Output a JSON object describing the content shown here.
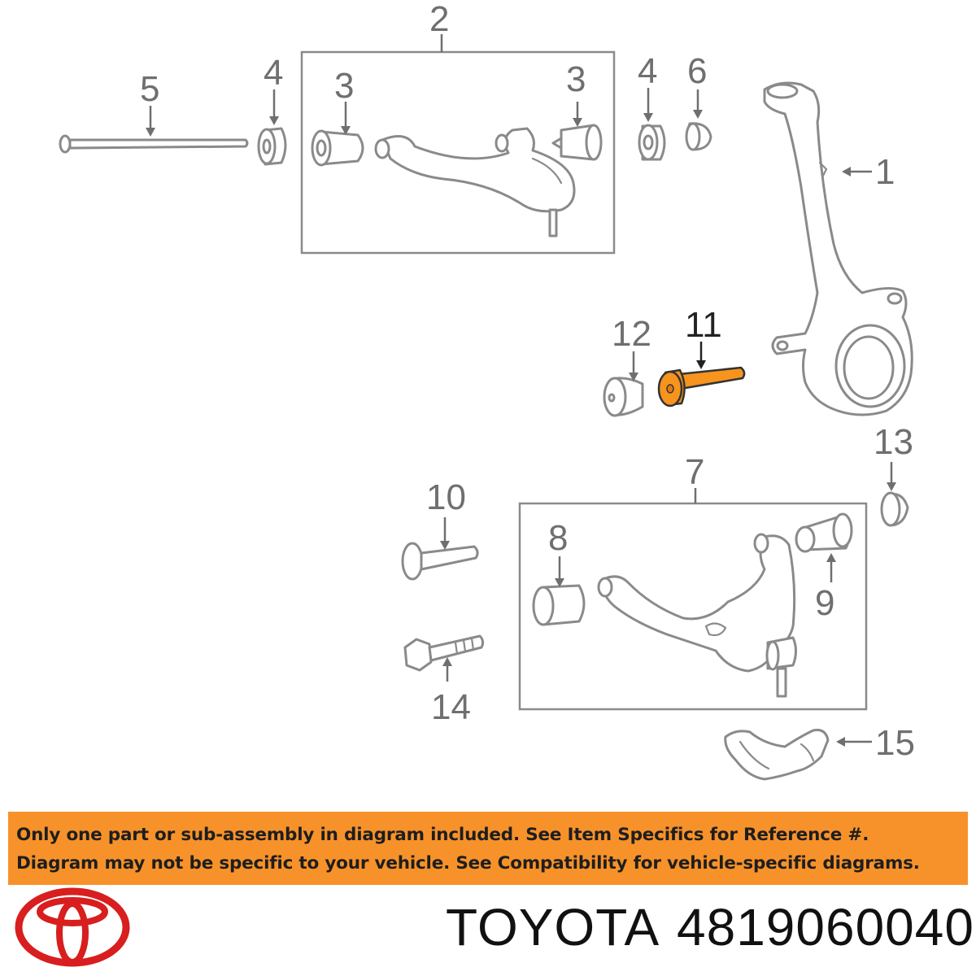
{
  "diagram": {
    "callouts": {
      "c1": "1",
      "c2": "2",
      "c3a": "3",
      "c3b": "3",
      "c4a": "4",
      "c4b": "4",
      "c5": "5",
      "c6": "6",
      "c7": "7",
      "c8": "8",
      "c9": "9",
      "c10": "10",
      "c11": "11",
      "c12": "12",
      "c13": "13",
      "c14": "14",
      "c15": "15"
    },
    "highlight_color": "#f7941d"
  },
  "notice": {
    "line1": "Only one part or sub-assembly in diagram included. See Item Specifics for Reference #.",
    "line2": "Diagram may not be specific to your vehicle. See Compatibility for vehicle-specific diagrams.",
    "background_color": "#f7922a"
  },
  "footer": {
    "brand": "TOYOTA",
    "part_number": "4819060040",
    "logo_icon": "toyota-logo-icon",
    "logo_color": "#d81e1e"
  }
}
